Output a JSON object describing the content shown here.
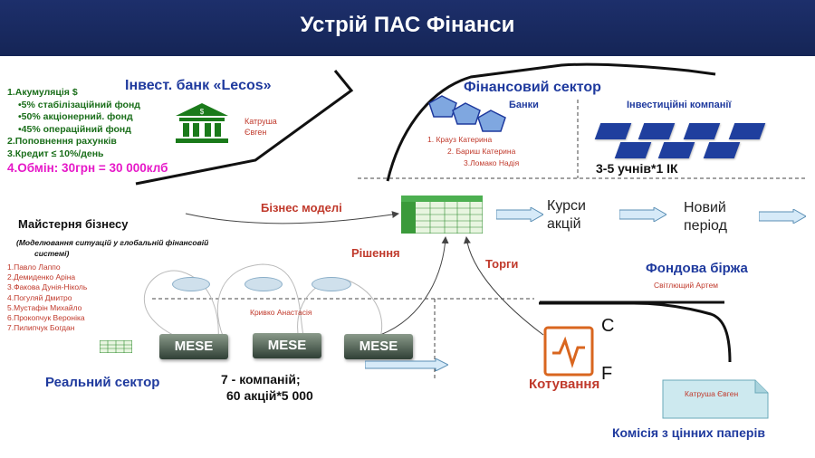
{
  "title": "Устрій ПАС Фінанси",
  "invest_bank": {
    "title": "Інвест. банк «Lecos»",
    "person": [
      "Катруша",
      "Євген"
    ],
    "lines": [
      "1.Акумуляція $",
      "•5% стабілізаційний фонд",
      "•50%  акціонерний. фонд",
      "•45% операційний фонд",
      "2.Поповнення рахунків",
      "3.Кредит ≤ 10%/день"
    ],
    "exchange": "4.Обмін:  30грн = 30 000клб"
  },
  "fin_sector": {
    "title": "Фінансовий сектор",
    "banks_label": "Банки",
    "banks": [
      "1. Крауз Катерина",
      "2. Бариш Катерина",
      "3.Ломако Надія"
    ],
    "invest_companies": "Інвестиційні компанії",
    "students": "3-5 учнів*1 ІК"
  },
  "business_models": "Бізнес моделі",
  "decision": "Рішення",
  "trades": "Торги",
  "stock_rates": [
    "Курси",
    "акцій"
  ],
  "new_period": [
    "Новий",
    "період"
  ],
  "stock_exchange": "Фондова біржа",
  "stock_exchange_person": "Світлющий Артем",
  "workshop": {
    "title": "Майстерня бізнесу",
    "subtitle": [
      "(Моделювання  ситуацій у глобальній  фінансовій",
      "системі)"
    ],
    "members": [
      "1.Павло  Лаппо",
      "2.Демиденко Аріна",
      "3.Факова Дунія-Ніколь",
      "4.Погуляй  Дмитро",
      "5.Мустафін  Михайло",
      "6.Прокопчук Вероніка",
      "7.Пилипчук  Богдан"
    ]
  },
  "mese_person": "Кривко Анастасія",
  "mese_labels": [
    "MESE",
    "MESE",
    "MESE"
  ],
  "real_sector": "Реальний сектор",
  "companies": [
    "7 - компаній;",
    "60 акцій*5 000"
  ],
  "quotes": "Котування",
  "quote_letters": [
    "C",
    "F"
  ],
  "commission_person": "Катруша Євген",
  "commission": "Комісія з цінних паперів",
  "colors": {
    "title_bar": "#1d2f6b",
    "green": "#1a6e1a",
    "blue": "#1f3a9e",
    "red": "#c0392b",
    "magenta": "#e619c8",
    "orange": "#e07a1f"
  }
}
